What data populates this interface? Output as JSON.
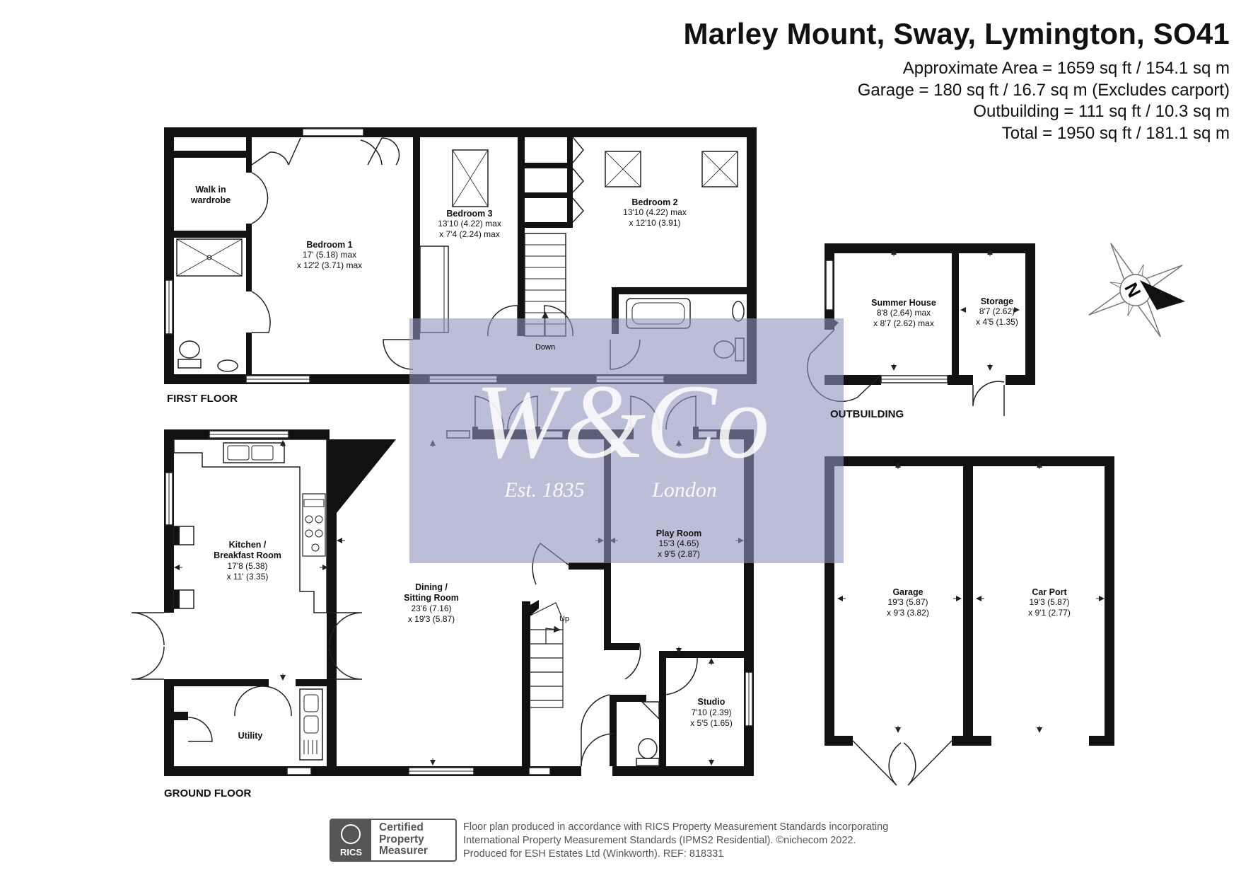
{
  "header": {
    "title": "Marley Mount, Sway, Lymington, SO41",
    "areas": [
      "Approximate Area = 1659 sq ft / 154.1 sq m",
      "Garage = 180 sq ft / 16.7 sq m (Excludes carport)",
      "Outbuilding = 111 sq ft / 10.3 sq m",
      "Total = 1950 sq ft / 181.1 sq m"
    ]
  },
  "floor_labels": {
    "first": "FIRST FLOOR",
    "ground": "GROUND FLOOR",
    "outbuilding": "OUTBUILDING"
  },
  "rooms": {
    "walk_in": {
      "name_1": "Walk in",
      "name_2": "wardrobe"
    },
    "bedroom1": {
      "name": "Bedroom 1",
      "dim1": "17' (5.18) max",
      "dim2": "x 12'2 (3.71) max"
    },
    "bedroom3": {
      "name": "Bedroom 3",
      "dim1": "13'10 (4.22) max",
      "dim2": "x 7'4 (2.24) max"
    },
    "bedroom2": {
      "name": "Bedroom 2",
      "dim1": "13'10 (4.22) max",
      "dim2": "x 12'10 (3.91)"
    },
    "down": "Down",
    "up": "Up",
    "summer_house": {
      "name": "Summer House",
      "dim1": "8'8 (2.64) max",
      "dim2": "x 8'7 (2.62) max"
    },
    "storage": {
      "name": "Storage",
      "dim1": "8'7 (2.62)",
      "dim2": "x 4'5 (1.35)"
    },
    "kitchen": {
      "name_1": "Kitchen /",
      "name_2": "Breakfast Room",
      "dim1": "17'8 (5.38)",
      "dim2": "x 11' (3.35)"
    },
    "dining": {
      "name_1": "Dining /",
      "name_2": "Sitting Room",
      "dim1": "23'6 (7.16)",
      "dim2": "x 19'3 (5.87)"
    },
    "play_room": {
      "name": "Play Room",
      "dim1": "15'3 (4.65)",
      "dim2": "x 9'5 (2.87)"
    },
    "studio": {
      "name": "Studio",
      "dim1": "7'10 (2.39)",
      "dim2": "x 5'5 (1.65)"
    },
    "utility": {
      "name": "Utility"
    },
    "garage": {
      "name": "Garage",
      "dim1": "19'3 (5.87)",
      "dim2": "x 9'3 (3.82)"
    },
    "car_port": {
      "name": "Car Port",
      "dim1": "19'3 (5.87)",
      "dim2": "x 9'1 (2.77)"
    }
  },
  "watermark": {
    "monogram": "W&Co",
    "est": "Est. 1835",
    "city": "London",
    "color": "#8c94bd"
  },
  "compass": {
    "letter": "N"
  },
  "badge": {
    "line1": "Certified",
    "line2": "Property",
    "line3": "Measurer",
    "brand": "RICS"
  },
  "footer": {
    "line1": "Floor plan produced in accordance with RICS Property Measurement Standards incorporating",
    "line2": "International Property Measurement Standards (IPMS2 Residential).   ©nichecom 2022.",
    "line3": "Produced for ESH Estates Ltd (Winkworth).   REF: 818331"
  },
  "colors": {
    "wall": "#111111",
    "line": "#222222",
    "accent": "#8c94bd"
  }
}
